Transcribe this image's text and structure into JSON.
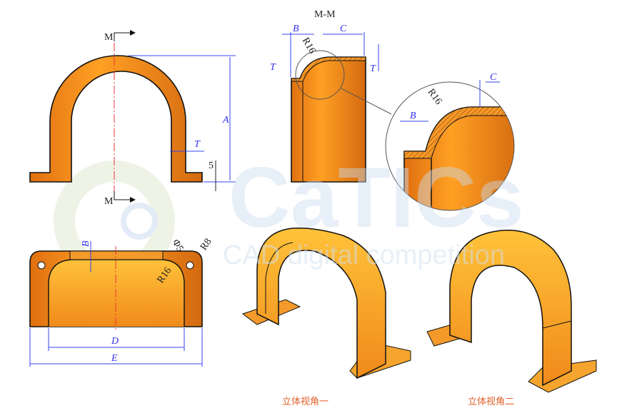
{
  "section_marker": "M",
  "section_title": "M-M",
  "dimensions": {
    "A": "A",
    "B": "B",
    "C": "C",
    "D": "D",
    "E": "E",
    "T": "T",
    "five": "5",
    "R16": "R16",
    "R8": "R8",
    "phi5": "Φ5"
  },
  "captions": {
    "view1": "立体视角一",
    "view2": "立体视角二"
  },
  "watermark": {
    "logo": "CaTICs",
    "tagline": "CAD digital competition"
  },
  "colors": {
    "part": "#f08a1a",
    "part_light": "#ffb52e",
    "dimension": "#3344ee",
    "centerline": "#ee3333",
    "caption": "#e0602a"
  }
}
